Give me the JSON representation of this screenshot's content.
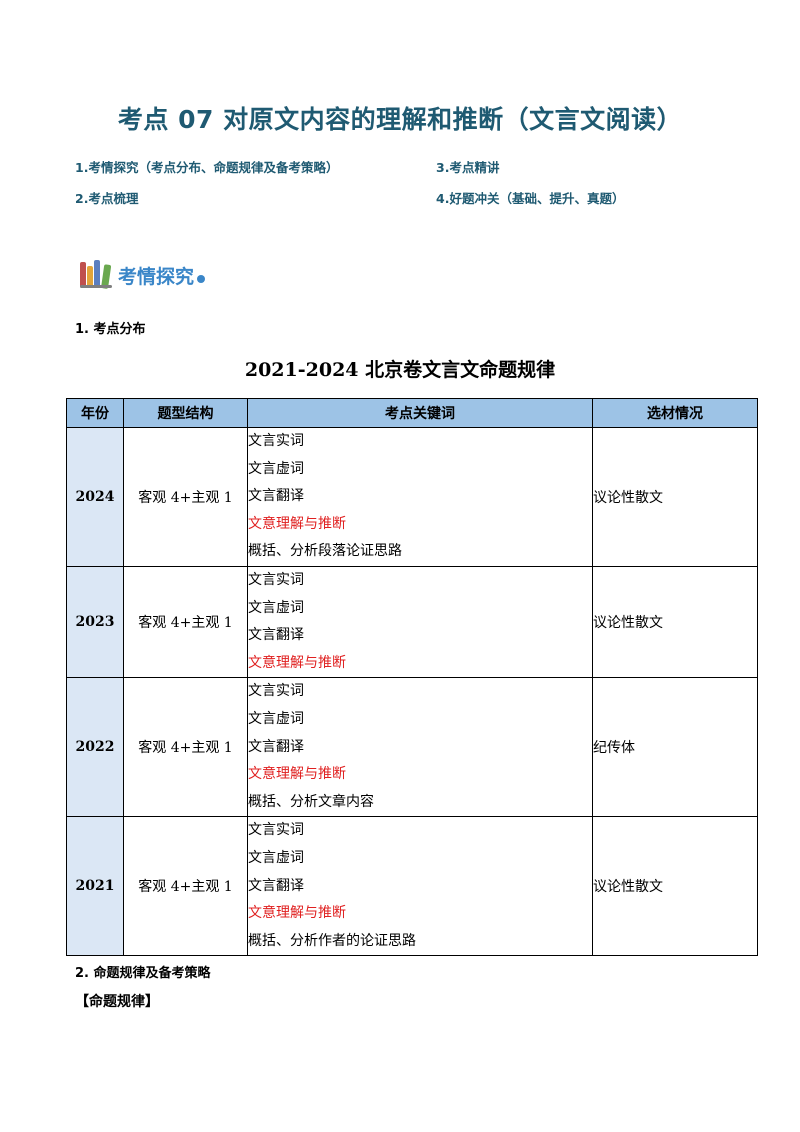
{
  "header": {
    "title": "考点 07  对原文内容的理解和推断（文言文阅读）",
    "toc": [
      "1.考情探究（考点分布、命题规律及备考策略）",
      "2.考点梳理",
      "3.考点精讲",
      "4.好题冲关（基础、提升、真题）"
    ]
  },
  "banner": {
    "label": "考情探究",
    "icon": "books-icon"
  },
  "sections": {
    "s1": "1.  考点分布",
    "s2": "2.  命题规律及备考策略",
    "s3": "【命题规律】"
  },
  "table": {
    "title": "2021-2024 北京卷文言文命题规律",
    "headers": [
      "年份",
      "题型结构",
      "考点关键词",
      "选材情况"
    ],
    "header_bg": "#9dc3e6",
    "highlight_color": "#e02020",
    "rows": [
      {
        "year": "2024",
        "structure": "客观 4+主观 1",
        "keywords": [
          "文言实词",
          "文言虚词",
          "文言翻译",
          "文意理解与推断",
          "概括、分析段落论证思路"
        ],
        "material": "议论性散文"
      },
      {
        "year": "2023",
        "structure": "客观 4+主观 1",
        "keywords": [
          "文言实词",
          "文言虚词",
          "文言翻译",
          "文意理解与推断"
        ],
        "material": "议论性散文"
      },
      {
        "year": "2022",
        "structure": "客观 4+主观 1",
        "keywords": [
          "文言实词",
          "文言虚词",
          "文言翻译",
          "文意理解与推断",
          "概括、分析文章内容"
        ],
        "material": "纪传体"
      },
      {
        "year": "2021",
        "structure": "客观 4+主观 1",
        "keywords": [
          "文言实词",
          "文言虚词",
          "文言翻译",
          "文意理解与推断",
          "概括、分析作者的论证思路"
        ],
        "material": "议论性散文"
      }
    ]
  }
}
